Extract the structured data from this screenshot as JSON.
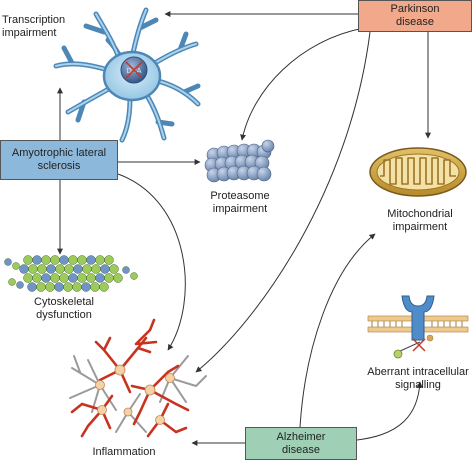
{
  "diseases": {
    "parkinson": {
      "line1": "Parkinson",
      "line2": "disease",
      "color": "#f2a88a"
    },
    "als": {
      "line1": "Amyotrophic lateral",
      "line2": "sclerosis",
      "color": "#8cb8dc"
    },
    "alzheimer": {
      "line1": "Alzheimer",
      "line2": "disease",
      "color": "#9fd0b6"
    }
  },
  "mechanisms": {
    "transcription": {
      "line1": "Transcription",
      "line2": "impairment"
    },
    "proteasome": {
      "line1": "Proteasome",
      "line2": "impairment"
    },
    "mitochondrial": {
      "line1": "Mitochondrial",
      "line2": "impairment"
    },
    "cytoskeletal": {
      "line1": "Cytoskeletal",
      "line2": "dysfunction"
    },
    "signalling": {
      "line1": "Aberrant intracellular",
      "line2": "signalling"
    },
    "inflammation": {
      "line1": "Inflammation"
    }
  },
  "nucleus_text": "DNA"
}
